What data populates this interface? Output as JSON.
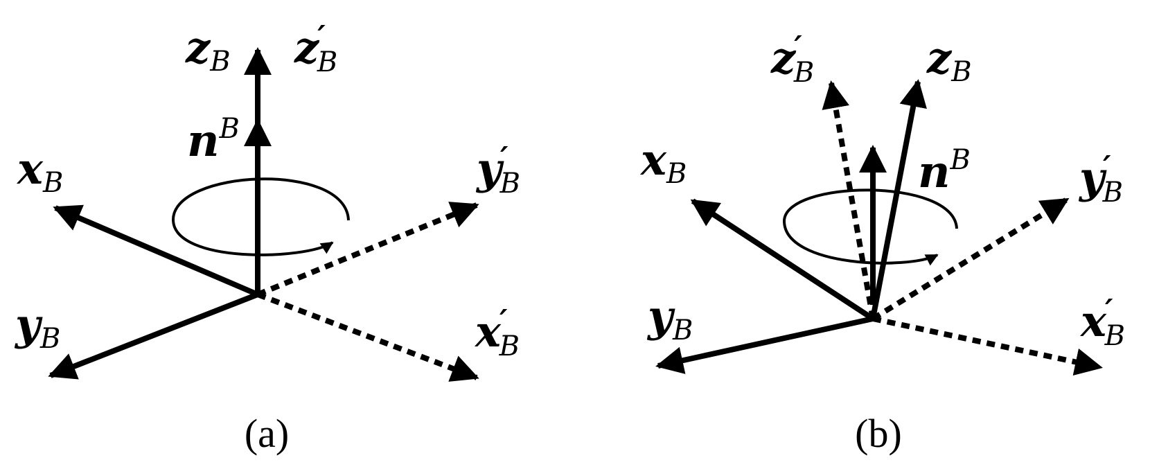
{
  "panels": [
    {
      "caption": "(a)",
      "labels": {
        "z": {
          "base": "z",
          "sub": "B",
          "prime": ""
        },
        "zp": {
          "base": "z",
          "sub": "B",
          "prime": "′"
        },
        "n": {
          "base": "n",
          "sup": "B"
        },
        "x": {
          "base": "x",
          "sub": "B",
          "prime": ""
        },
        "yp": {
          "base": "y",
          "sub": "B",
          "prime": "′"
        },
        "y": {
          "base": "y",
          "sub": "B",
          "prime": ""
        },
        "xp": {
          "base": "x",
          "sub": "B",
          "prime": "′"
        }
      }
    },
    {
      "caption": "(b)",
      "labels": {
        "zp": {
          "base": "z",
          "sub": "B",
          "prime": "′"
        },
        "z": {
          "base": "z",
          "sub": "B",
          "prime": ""
        },
        "x": {
          "base": "x",
          "sub": "B",
          "prime": ""
        },
        "n": {
          "base": "n",
          "sup": "B"
        },
        "yp": {
          "base": "y",
          "sub": "B",
          "prime": "′"
        },
        "y": {
          "base": "y",
          "sub": "B",
          "prime": ""
        },
        "xp": {
          "base": "x",
          "sub": "B",
          "prime": "′"
        }
      }
    }
  ]
}
